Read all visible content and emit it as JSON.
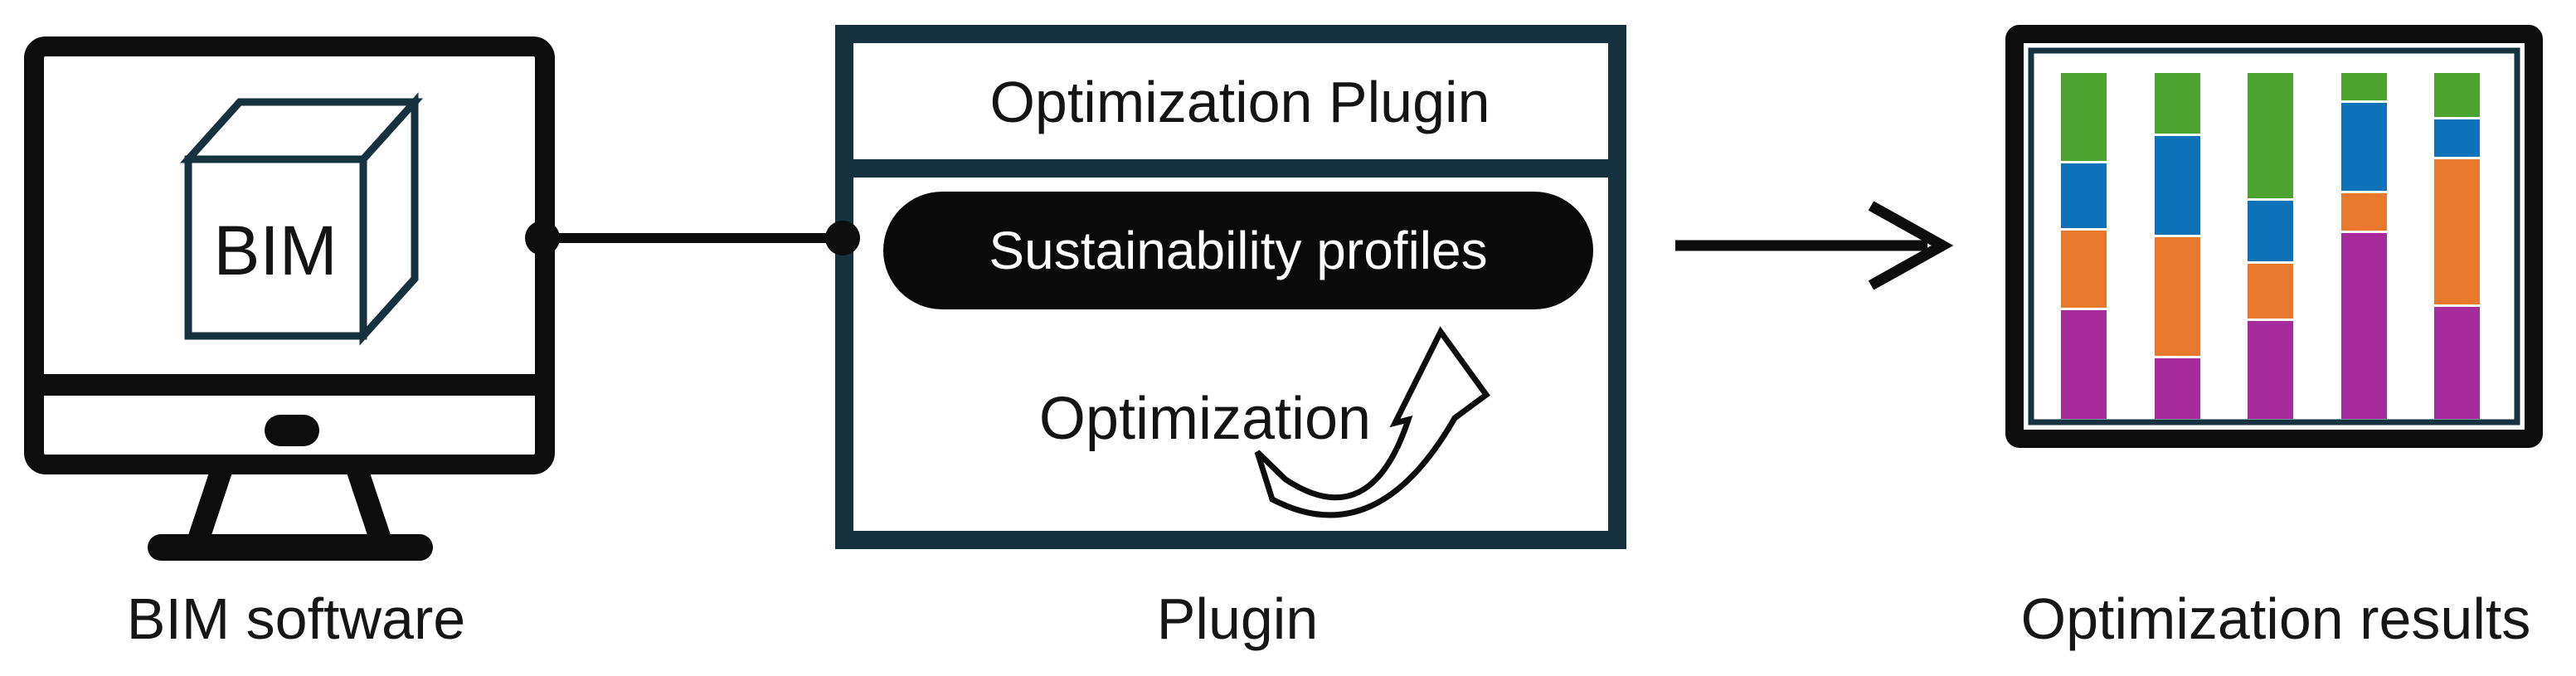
{
  "labels": {
    "bim_software": "BIM software",
    "plugin": "Plugin",
    "optimization_results": "Optimization results"
  },
  "monitor": {
    "cube_label": "BIM"
  },
  "plugin_box": {
    "title": "Optimization Plugin",
    "pill_label": "Sustainability profiles",
    "process_label": "Optimization"
  },
  "palette": {
    "outline_black": "#0d0d0d",
    "navy": "#16323f",
    "pill_black": "#0a0a0a",
    "green": "#4ca330",
    "blue": "#0e72b8",
    "orange": "#e8782c",
    "magenta": "#a62c9b"
  },
  "chart_data": {
    "type": "bar",
    "stacked": true,
    "values_are": "percent_of_column_height",
    "title": "",
    "axes_visible": false,
    "categories": [
      "bar-1",
      "bar-2",
      "bar-3",
      "bar-4",
      "bar-5"
    ],
    "segment_order_top_to_bottom": [
      "green",
      "blue",
      "orange",
      "magenta"
    ],
    "series": [
      {
        "name": "green",
        "color": "#4ca330",
        "values": [
          26,
          18,
          37,
          8,
          13
        ]
      },
      {
        "name": "blue",
        "color": "#0e72b8",
        "values": [
          19,
          29,
          18,
          26,
          11
        ]
      },
      {
        "name": "orange",
        "color": "#e8782c",
        "values": [
          23,
          35,
          16,
          11,
          43
        ]
      },
      {
        "name": "magenta",
        "color": "#a62c9b",
        "values": [
          32,
          18,
          29,
          55,
          33
        ]
      }
    ]
  }
}
